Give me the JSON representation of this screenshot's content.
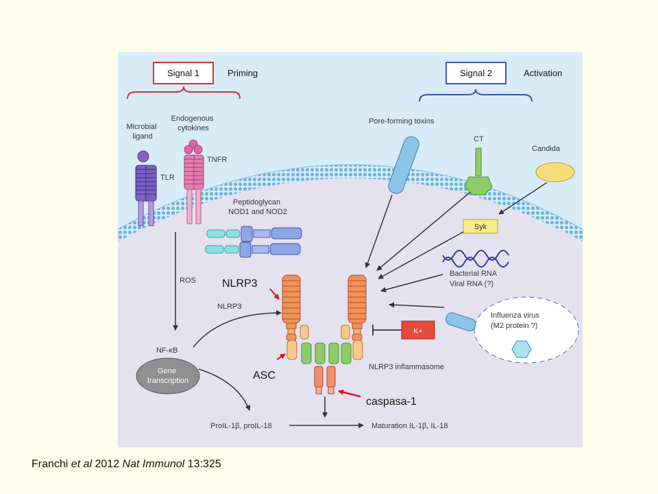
{
  "signal1": {
    "box": "Signal 1",
    "phase": "Priming"
  },
  "signal2": {
    "box": "Signal 2",
    "phase": "Activation"
  },
  "receptors": {
    "microbial_ligand": [
      "Microbial",
      "ligand"
    ],
    "endogenous_cytokines": [
      "Endogenous",
      "cytokines"
    ],
    "tlr": "TLR",
    "tnfr": "TNFR",
    "peptidoglycan": [
      "Peptidoglycan",
      "NOD1 and NOD2"
    ]
  },
  "activators": {
    "pore_forming_toxins": "Pore-forming toxins",
    "ct": "CT",
    "candida": "Candida",
    "syk": "Syk",
    "bacterial_rna": [
      "Bacterial RNA",
      "Viral RNA (?)"
    ],
    "influenza": [
      "Influenza virus",
      "(M2 protein ?)"
    ],
    "k_plus": "K+"
  },
  "pathway": {
    "ros": "ROS",
    "nlrp3_small": "NLRP3",
    "nf_kb": "NF-κB",
    "gene_transcription": [
      "Gene",
      "transcription"
    ],
    "inflammasome": "NLRP3 inflammasome",
    "pro_il": "ProIL-1β, proIL-18",
    "maturation": "Maturation IL-1β, IL-18"
  },
  "callouts": {
    "nlrp3": "NLRP3",
    "asc": "ASC",
    "caspase": "caspasa-1"
  },
  "citation": {
    "author": "Franchi ",
    "et_al": "et al",
    "year": " 2012 ",
    "journal": "Nat Immunol",
    "ref": " 13:325"
  },
  "colors": {
    "background": "#fefde9",
    "extracellular": "#d8ecf8",
    "cell": "#e5e2f0",
    "nlrp3": "#f0925b",
    "asc": "#f6c98a",
    "caspase": "#f09070",
    "callout_arrow": "#dd1111"
  }
}
